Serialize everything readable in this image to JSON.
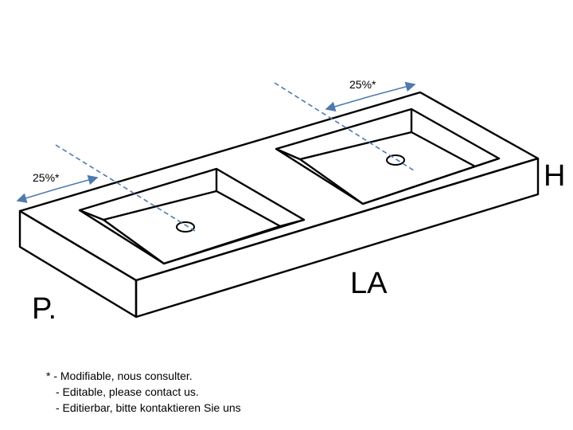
{
  "labels": {
    "width_offset_right": "25%*",
    "width_offset_left": "25%*",
    "height": "H",
    "length": "LA",
    "depth": "P."
  },
  "colors": {
    "outline": "#000000",
    "dimension": "#4f7aae"
  },
  "notes": [
    "* - Modifiable, nous consulter.",
    "- Editable, please contact us.",
    "- Editierbar, bitte kontaktieren Sie uns"
  ]
}
